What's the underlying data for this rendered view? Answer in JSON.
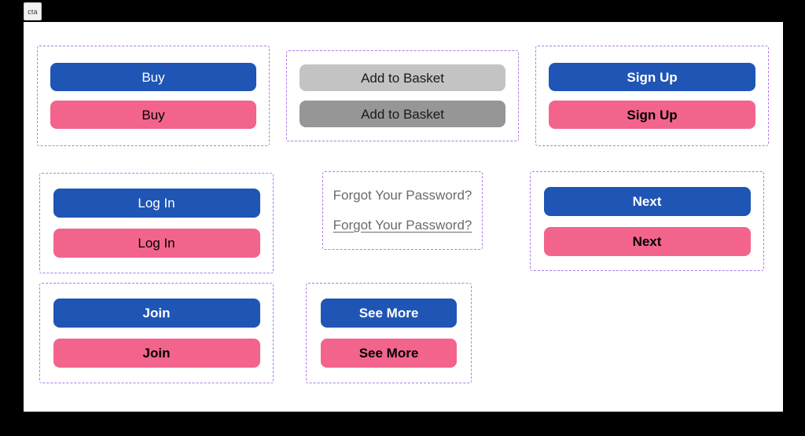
{
  "tab": {
    "label": "cta"
  },
  "theme": {
    "page_background": "#000000",
    "canvas_background": "#ffffff",
    "group_border": "#b07ce8",
    "blue": "#1f55b5",
    "pink": "#f2648c",
    "gray_light": "#c3c3c3",
    "gray_dark": "#969696",
    "link_text": "#6b6b6b"
  },
  "groups": [
    {
      "name": "buy",
      "items": [
        {
          "label": "Buy",
          "style": "blue",
          "weight": "normal",
          "text_color": "#ffffff"
        },
        {
          "label": "Buy",
          "style": "pink",
          "weight": "normal",
          "text_color": "#000000"
        }
      ]
    },
    {
      "name": "add-to-basket",
      "items": [
        {
          "label": "Add to Basket",
          "style": "gray-light",
          "weight": "normal",
          "text_color": "#1a1a1a"
        },
        {
          "label": "Add to Basket",
          "style": "gray-dark",
          "weight": "normal",
          "text_color": "#1a1a1a"
        }
      ]
    },
    {
      "name": "sign-up",
      "items": [
        {
          "label": "Sign Up",
          "style": "blue",
          "weight": "bold",
          "text_color": "#ffffff"
        },
        {
          "label": "Sign Up",
          "style": "pink",
          "weight": "bold",
          "text_color": "#000000"
        }
      ]
    },
    {
      "name": "log-in",
      "items": [
        {
          "label": "Log In",
          "style": "blue",
          "weight": "normal",
          "text_color": "#ffffff"
        },
        {
          "label": "Log In",
          "style": "pink",
          "weight": "normal",
          "text_color": "#000000"
        }
      ]
    },
    {
      "name": "forgot-password",
      "items": [
        {
          "label": "Forgot Your Password?",
          "style": "text-link",
          "decoration": "none"
        },
        {
          "label": "Forgot Your Password?",
          "style": "text-link",
          "decoration": "underline"
        }
      ]
    },
    {
      "name": "next",
      "items": [
        {
          "label": "Next",
          "style": "blue",
          "weight": "bold",
          "text_color": "#ffffff"
        },
        {
          "label": "Next",
          "style": "pink",
          "weight": "bold",
          "text_color": "#000000"
        }
      ]
    },
    {
      "name": "join",
      "items": [
        {
          "label": "Join",
          "style": "blue",
          "weight": "bold",
          "text_color": "#ffffff"
        },
        {
          "label": "Join",
          "style": "pink",
          "weight": "bold",
          "text_color": "#000000"
        }
      ]
    },
    {
      "name": "see-more",
      "items": [
        {
          "label": "See More",
          "style": "blue",
          "weight": "bold",
          "text_color": "#ffffff"
        },
        {
          "label": "See More",
          "style": "pink",
          "weight": "bold",
          "text_color": "#000000"
        }
      ]
    }
  ]
}
